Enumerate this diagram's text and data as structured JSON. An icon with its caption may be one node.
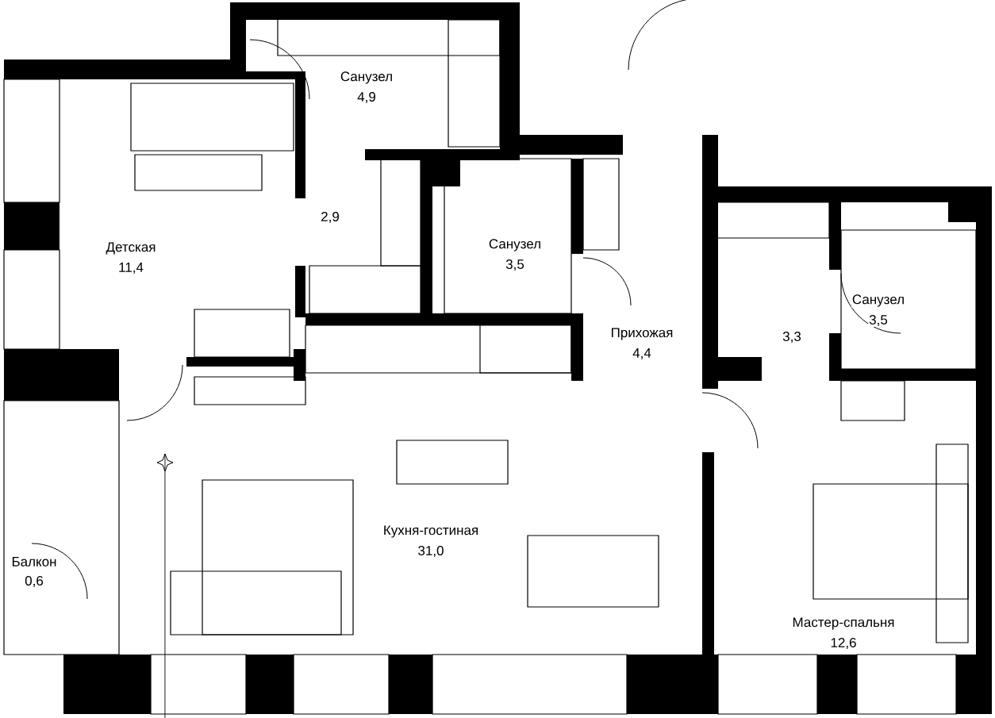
{
  "diagram": {
    "labels": [
      "Санузел",
      "4,9",
      "2,9",
      "Санузел",
      "3,5",
      "Детская",
      "11,4",
      "Санузел",
      "3,5",
      "Прихожая",
      "4,4",
      "3,3",
      "Кухня-гостиная",
      "31,0",
      "Балкон",
      "0,6",
      "Мастер-спальня",
      "12,6"
    ]
  }
}
